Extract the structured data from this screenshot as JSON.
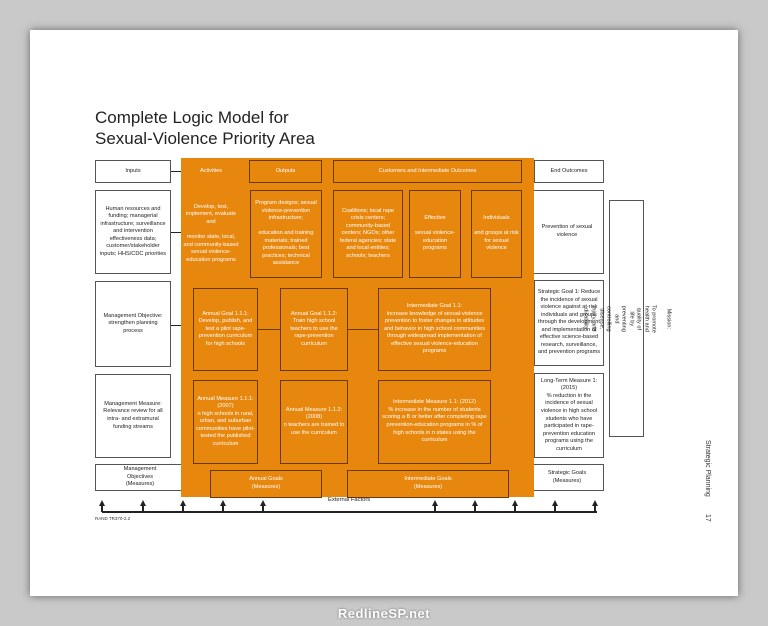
{
  "title_line1": "Complete Logic Model for",
  "title_line2": "Sexual-Violence Priority Area",
  "left": {
    "inputs": "Inputs",
    "resources": "Human resources and funding; managerial infrastructure; surveillance and intervention effectiveness data; customer/stakeholder inputs; HHS/CDC priorities",
    "mgmt_objective": "Management Objective: strengthen planning process",
    "mgmt_measure": "Management Measure: Relevance review for all intra- and extramural funding streams",
    "mgmt_objectives_measures": "Management\nObjectives\n(Measures)"
  },
  "headers": {
    "activities": "Activities",
    "outputs": "Outputs",
    "customers": "Customers and Intermediate Outcomes",
    "end_outcomes": "End Outcomes"
  },
  "row2": {
    "activities": "Develop, test, implement, evaluate and\n\nmonitor state, local, and community-based sexual violence-education programs",
    "outputs": "Program designs; sexual violence-prevention infrastructure;\n\neducation and training materials; trained professionals; best practices; technical assistance",
    "coalitions": "Coalitions; local rape crisis centers; community-based centers; NGOs; other federal agencies; state and local entities; schools; teachers",
    "effective": "Effective\n\nsexual violence-education programs",
    "individuals": "Individuals\n\nand groups at risk for sexual violence",
    "prevention": "Prevention of sexual violence"
  },
  "row3": {
    "annual_goal_111": "Annual Goal 1.1.1:\nDevelop, publish, and test a pilot rape-prevention curriculum for high schools",
    "annual_goal_112": "Annual Goal 1.1.2:\nTrain high school teachers to use the rape-prevention curriculum",
    "intermediate_goal": "Intermediate Goal 1.1:\nIncrease knowledge of sexual-violence prevention to foster changes in attitudes and behavior in high school communities through widespread implementation of effective sexual violence-education programs",
    "strategic_goal": "Strategic Goal 1: Reduce the incidence of sexual violence against at-risk individuals and groups through the development and implementation of effective science-based research, surveillance, and prevention programs"
  },
  "row4": {
    "annual_measure_111": "Annual Measure 1.1.1: (2007)\nn high schools in rural, urban, and suburban communities have pilot-tested the published curriculum",
    "annual_measure_112": "Annual Measure 1.1.2: (2008)\nn teachers are trained to use the curriculum",
    "intermediate_measure": "Intermediate Measure 1.1: (2012)\n% increase in the number of students scoring a B or better after completing rape prevention-education programs in % of high schools in n states using the curriculum",
    "long_term_measure": "Long-Term Measure 1: (2015)\n% reduction in the incidence of sexual violence in high school students who have participated in rape-prevention education programs using the curriculum"
  },
  "row5": {
    "annual_goals": "Annual Goals\n(Measures)",
    "intermediate_goals": "Intermediate Goals\n(Measures)",
    "strategic_goals": "Strategic Goals\n(Measures)"
  },
  "mission": {
    "label": "Mission:",
    "text": "To promote health and quality of life by preventing and controlling disease, injury, and disability"
  },
  "external_factors": "External Factors",
  "source": "RAND TR370-2.2",
  "running_head": "Strategic Planning",
  "page_number": "17",
  "watermark": "RedlineSP.net",
  "colors": {
    "overlay": "#e8870e"
  }
}
